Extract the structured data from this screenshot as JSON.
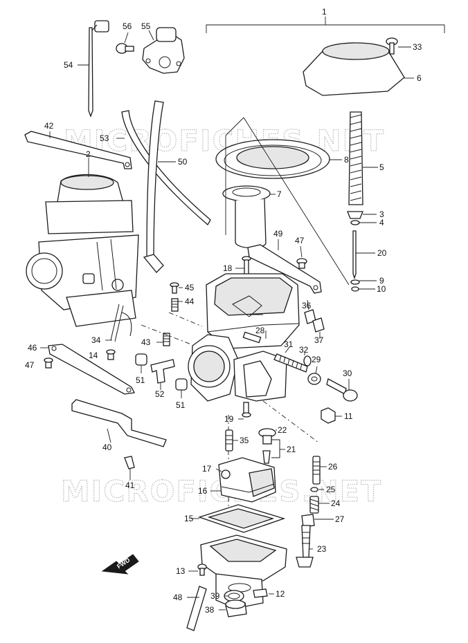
{
  "watermark": "MICROFICHES.NET",
  "fwd_label": "FWD",
  "part_numbers": {
    "p1": "1",
    "p2": "2",
    "p3": "3",
    "p4": "4",
    "p5": "5",
    "p6": "6",
    "p7": "7",
    "p8": "8",
    "p9": "9",
    "p10": "10",
    "p11": "11",
    "p12": "12",
    "p13": "13",
    "p14": "14",
    "p15": "15",
    "p16": "16",
    "p17": "17",
    "p18": "18",
    "p19": "19",
    "p20": "20",
    "p21": "21",
    "p22": "22",
    "p23": "23",
    "p24": "24",
    "p25": "25",
    "p26": "26",
    "p27": "27",
    "p28": "28",
    "p29": "29",
    "p30": "30",
    "p31": "31",
    "p32": "32",
    "p33": "33",
    "p34": "34",
    "p35": "35",
    "p36": "36",
    "p37": "37",
    "p38": "38",
    "p39": "39",
    "p40": "40",
    "p41": "41",
    "p42": "42",
    "p43": "43",
    "p44": "44",
    "p45": "45",
    "p46": "46",
    "p47a": "47",
    "p47b": "47",
    "p48": "48",
    "p49": "49",
    "p50": "50",
    "p51a": "51",
    "p51b": "51",
    "p52": "52",
    "p53": "53",
    "p54": "54",
    "p55": "55",
    "p56": "56"
  }
}
